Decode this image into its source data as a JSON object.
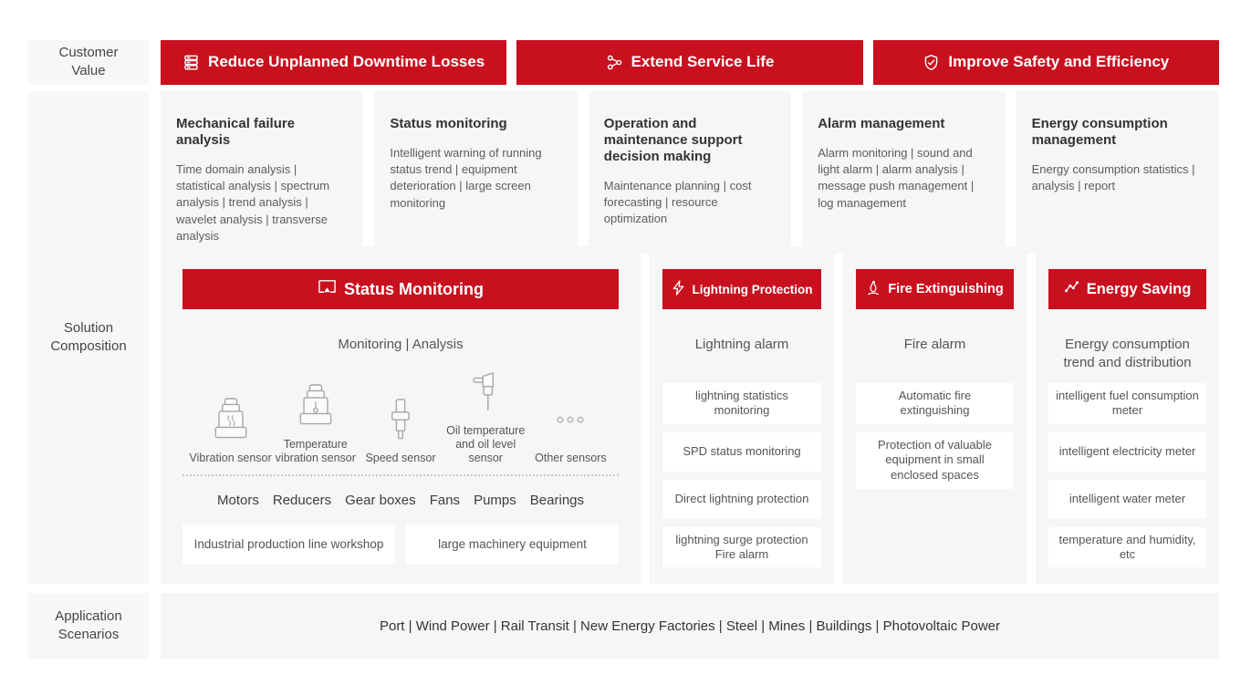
{
  "colors": {
    "accent": "#c8101e",
    "panel_bg": "#f6f6f6",
    "text_dark": "#333333",
    "text_body": "#5c5c5c"
  },
  "left_labels": {
    "customer_value": "Customer Value",
    "solution_composition": "Solution Composition",
    "application_scenarios": "Application Scenarios"
  },
  "customer_value_banners": [
    {
      "icon": "server-icon",
      "label": "Reduce Unplanned Downtime Losses"
    },
    {
      "icon": "share-nodes-icon",
      "label": "Extend Service Life"
    },
    {
      "icon": "shield-check-icon",
      "label": "Improve Safety and Efficiency"
    }
  ],
  "feature_cards": [
    {
      "title": "Mechanical failure analysis",
      "body": "Time domain analysis | statistical analysis | spectrum analysis | trend analysis | wavelet analysis | transverse analysis"
    },
    {
      "title": "Status monitoring",
      "body": "Intelligent warning of running status trend | equipment deterioration | large screen monitoring"
    },
    {
      "title": "Operation and maintenance support decision making",
      "body": "Maintenance planning | cost forecasting | resource optimization"
    },
    {
      "title": "Alarm management",
      "body": "Alarm monitoring | sound and light alarm | alarm analysis | message push management | log management"
    },
    {
      "title": "Energy consumption management",
      "body": "Energy consumption statistics | analysis | report"
    }
  ],
  "status_monitoring_panel": {
    "header": "Status Monitoring",
    "header_icon": "monitor-icon",
    "subtitle": "Monitoring | Analysis",
    "sensors": [
      {
        "icon": "vibration-sensor-icon",
        "label": "Vibration sensor"
      },
      {
        "icon": "temperature-vibration-sensor-icon",
        "label": "Temperature vibration sensor"
      },
      {
        "icon": "speed-sensor-icon",
        "label": "Speed sensor"
      },
      {
        "icon": "oil-sensor-icon",
        "label": "Oil temperature and oil level sensor"
      },
      {
        "icon": "ellipsis-icon",
        "label": "Other sensors"
      }
    ],
    "equipment": [
      "Motors",
      "Reducers",
      "Gear boxes",
      "Fans",
      "Pumps",
      "Bearings"
    ],
    "scenario_boxes": [
      "Industrial production line workshop",
      "large machinery equipment"
    ]
  },
  "side_panels": [
    {
      "header": "Lightning Protection",
      "header_icon": "lightning-icon",
      "subtitle": "Lightning alarm",
      "items": [
        "lightning statistics monitoring",
        "SPD status monitoring",
        "Direct lightning protection",
        "lightning surge protection Fire alarm"
      ]
    },
    {
      "header": "Fire Extinguishing",
      "header_icon": "fire-icon",
      "subtitle": "Fire alarm",
      "items": [
        "Automatic fire extinguishing",
        "Protection of valuable equipment in small enclosed spaces"
      ]
    },
    {
      "header": "Energy Saving",
      "header_icon": "trend-icon",
      "subtitle": "Energy consumption trend and distribution",
      "items": [
        "intelligent fuel consumption meter",
        "intelligent electricity meter",
        "intelligent water meter",
        "temperature and humidity, etc"
      ]
    }
  ],
  "application_scenarios_text": "Port | Wind Power | Rail Transit | New Energy Factories | Steel | Mines | Buildings | Photovoltaic Power"
}
